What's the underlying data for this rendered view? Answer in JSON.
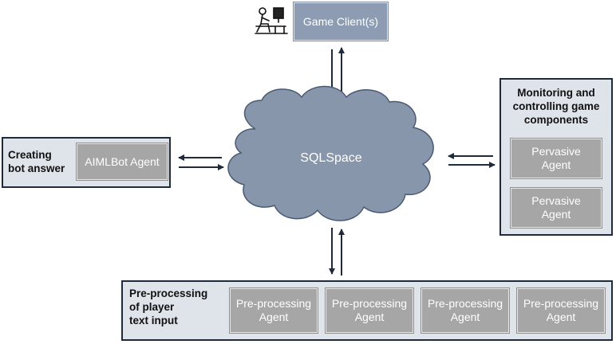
{
  "client": {
    "label": "Game Client(s)",
    "icon": "person-at-computer-icon"
  },
  "cloud": {
    "label": "SQLSpace",
    "fill": "#8796ab"
  },
  "left_panel": {
    "title_lines": [
      "Creating",
      "bot answer"
    ],
    "agent_label": "AIMLBot Agent"
  },
  "right_panel": {
    "title_lines": [
      "Monitoring and",
      "controlling game",
      "components"
    ],
    "agents": [
      {
        "lines": [
          "Pervasive",
          "Agent"
        ]
      },
      {
        "lines": [
          "Pervasive",
          "Agent"
        ]
      }
    ]
  },
  "bottom_panel": {
    "title_lines": [
      "Pre-processing",
      "of player",
      "text input"
    ],
    "agents": [
      {
        "lines": [
          "Pre-processing",
          "Agent"
        ]
      },
      {
        "lines": [
          "Pre-processing",
          "Agent"
        ]
      },
      {
        "lines": [
          "Pre-processing",
          "Agent"
        ]
      },
      {
        "lines": [
          "Pre-processing",
          "Agent"
        ]
      }
    ]
  },
  "colors": {
    "panel_fill": "#dfe3ea",
    "panel_border": "#1f2a3a",
    "agent_fill": "#a7a6a6",
    "client_fill": "#8d9cb3",
    "arrow": "#1f2a3a"
  }
}
